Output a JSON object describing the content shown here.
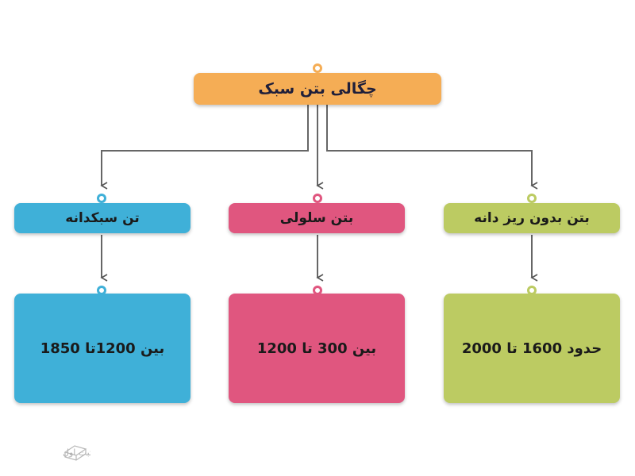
{
  "title": {
    "text": "چگالی بتن سبک",
    "color": "#f5ad55"
  },
  "categories": [
    {
      "label": "تن سبکدانه",
      "value": "بین 1200تا 1850",
      "color": "#3fb0d8"
    },
    {
      "label": "بتن سلولی",
      "value": "بین 300 تا 1200",
      "color": "#e0567f"
    },
    {
      "label": "بتن بدون ریز دانه",
      "value": "حدود 1600 تا 2000",
      "color": "#bccb62"
    }
  ],
  "watermark": {
    "text": "ثبت اول"
  }
}
